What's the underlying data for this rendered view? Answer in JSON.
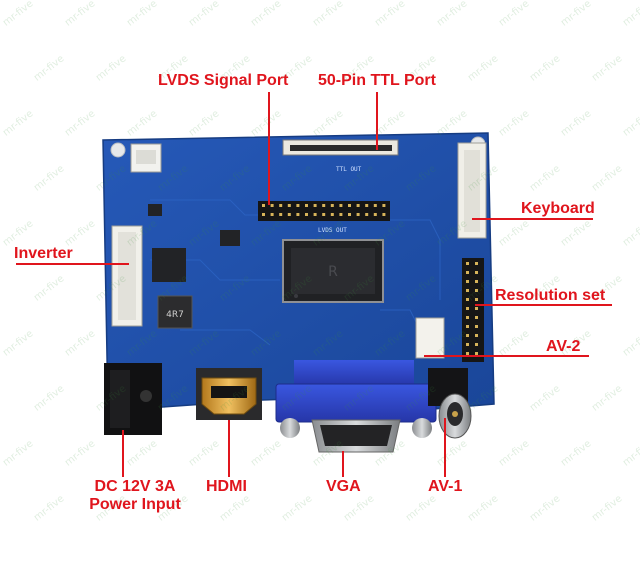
{
  "labels": {
    "lvds": "LVDS Signal Port",
    "ttl": "50-Pin TTL Port",
    "keyboard": "Keyboard",
    "inverter": "Inverter",
    "resolution": "Resolution set",
    "av2": "AV-2",
    "dc_line1": "DC 12V 3A",
    "dc_line2": "Power Input",
    "hdmi": "HDMI",
    "vga": "VGA",
    "av1": "AV-1"
  },
  "board_text": {
    "ttl_out": "TTL OUT",
    "lvds_out": "LVDS OUT",
    "inductor": "4R7"
  },
  "watermark": "mr-five",
  "colors": {
    "label_red": "#e0151d",
    "board_blue": "#1f4fa8",
    "vga_blue": "#2c46c8"
  }
}
